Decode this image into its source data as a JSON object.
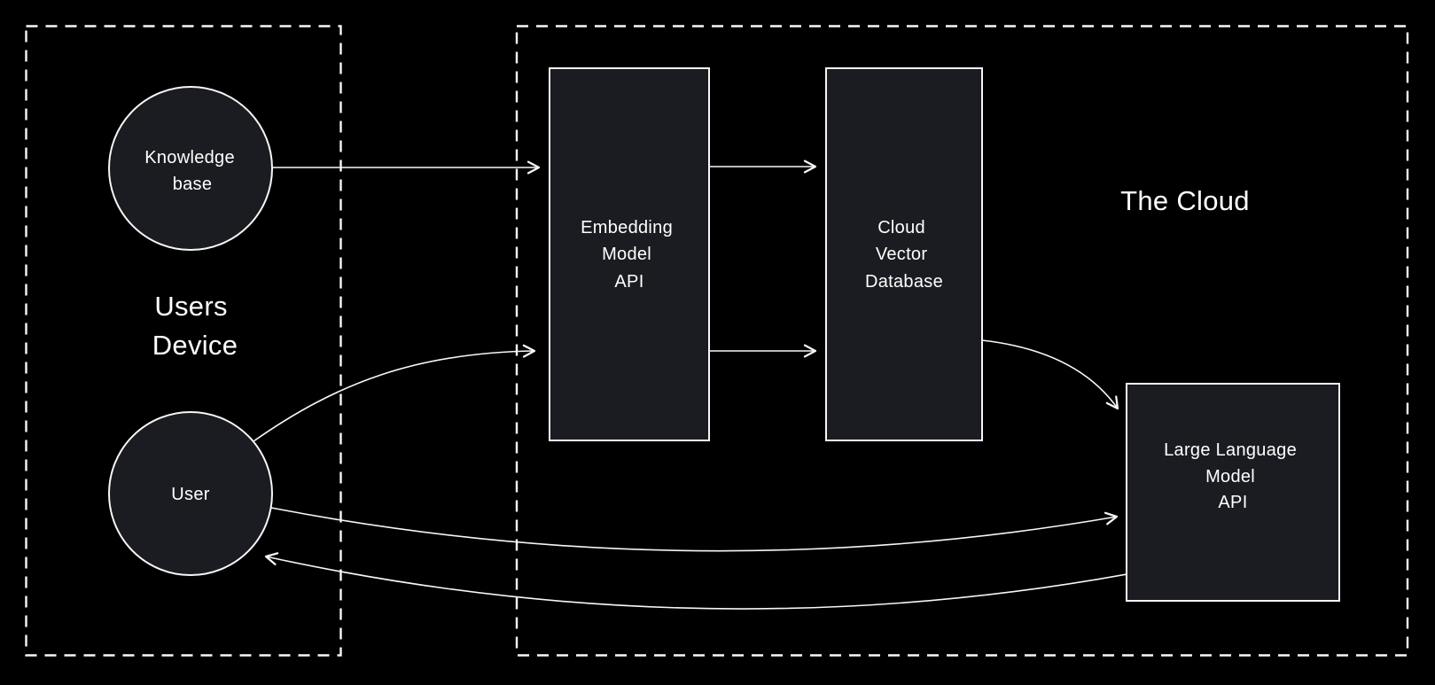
{
  "diagram": {
    "colors": {
      "background": "#000000",
      "node_fill": "#1b1c21",
      "stroke": "#f7f7f7",
      "text": "#ffffff"
    },
    "users_device": {
      "label": [
        "Users",
        "Device"
      ],
      "nodes": {
        "knowledge_base": [
          "Knowledge",
          "base"
        ],
        "user": [
          "User"
        ]
      }
    },
    "cloud": {
      "label": "The Cloud",
      "nodes": {
        "embedding_model_api": [
          "Embedding",
          "Model",
          "API"
        ],
        "cloud_vector_database": [
          "Cloud",
          "Vector",
          "Database"
        ],
        "large_language_model_api": [
          "Large Language",
          "Model",
          "API"
        ]
      }
    },
    "connections": [
      {
        "from": "knowledge-base",
        "to": "embedding-model-api"
      },
      {
        "from": "user",
        "to": "embedding-model-api"
      },
      {
        "from": "embedding-model-api",
        "to": "cloud-vector-database"
      },
      {
        "from": "embedding-model-api",
        "to": "cloud-vector-database"
      },
      {
        "from": "cloud-vector-database",
        "to": "large-language-model-api"
      },
      {
        "from": "user",
        "to": "large-language-model-api"
      },
      {
        "from": "large-language-model-api",
        "to": "user"
      }
    ]
  }
}
